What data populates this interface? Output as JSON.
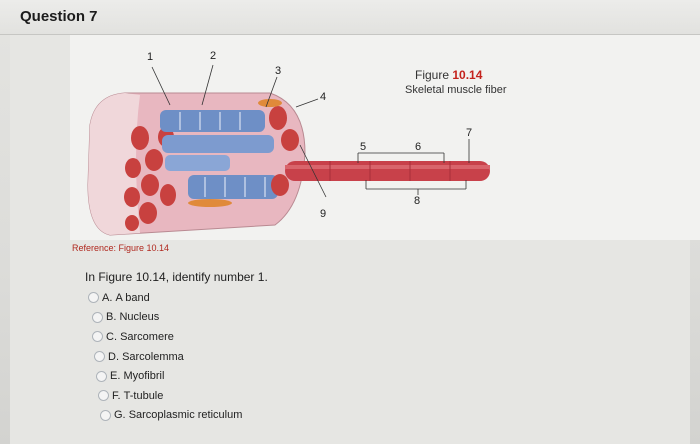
{
  "question": {
    "title": "Question 7",
    "reference": "Reference: Figure 10.14",
    "prompt": "In Figure 10.14, identify number 1."
  },
  "figure": {
    "label": "Figure",
    "number": "10.14",
    "subtitle": "Skeletal muscle fiber",
    "numbers": [
      "1",
      "2",
      "3",
      "4",
      "5",
      "6",
      "7",
      "8",
      "9"
    ]
  },
  "options": [
    {
      "letter": "A.",
      "text": "A band"
    },
    {
      "letter": "B.",
      "text": "Nucleus"
    },
    {
      "letter": "C.",
      "text": "Sarcomere"
    },
    {
      "letter": "D.",
      "text": "Sarcolemma"
    },
    {
      "letter": "E.",
      "text": "Myofibril"
    },
    {
      "letter": "F.",
      "text": "T-tubule"
    },
    {
      "letter": "G.",
      "text": "Sarcoplasmic reticulum"
    }
  ],
  "colors": {
    "muscle_red": "#c8413f",
    "tubule_blue": "#6e8fc6",
    "accent_red": "#c4221c"
  }
}
